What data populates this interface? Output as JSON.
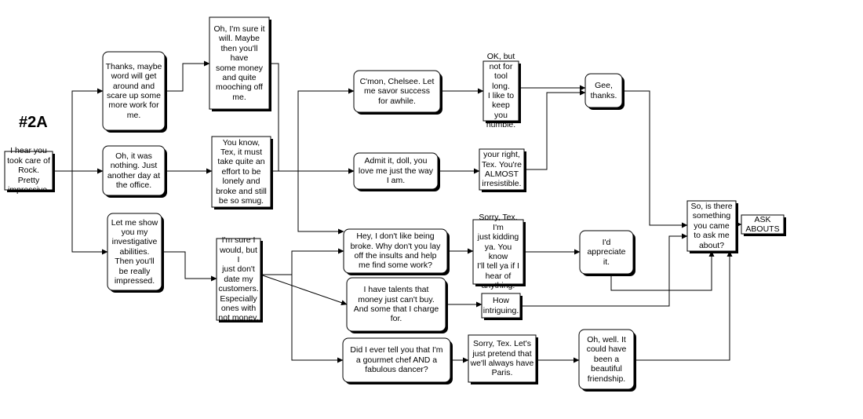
{
  "diagram_label": "#2A",
  "nodes": {
    "n_impressive": {
      "text": "I hear you took care of Rock. Pretty impressive."
    },
    "n_thanks_word": {
      "text": "Thanks, maybe word will get around and scare up some more work for me."
    },
    "n_nothing": {
      "text": "Oh, it was nothing. Just another day at the office."
    },
    "n_investigative": {
      "text": "Let me show you my investigative abilities. Then you'll be really impressed."
    },
    "n_sure_it_will": {
      "text": "Oh, I'm sure it will. Maybe then you'll have some money and quite mooching off me."
    },
    "n_tex_effort": {
      "text": "You know, Tex, it must take quite an effort to be lonely and broke and still be so smug."
    },
    "n_sure_i_would": {
      "text": "I'm sure I would, but I just don't date my customers. Especially ones with not money."
    },
    "n_cmon": {
      "text": "C'mon, Chelsee. Let me savor success for awhile."
    },
    "n_admit": {
      "text": "Admit it, doll, you love me just the way I am."
    },
    "n_ok_not_long": {
      "text": "OK, but not for tool long. I like to keep you humble."
    },
    "n_your_right": {
      "text": "your right, Tex. You're ALMOST irresistible."
    },
    "n_gee": {
      "text": "Gee, thanks."
    },
    "n_broke": {
      "text": "Hey, I don't like being broke. Why don't you lay off the insults and help me find some work?"
    },
    "n_talents": {
      "text": "I have talents that money just can't buy. And some that I charge for."
    },
    "n_gourmet": {
      "text": "Did I ever tell you that I'm a gourmet chef AND a fabulous dancer?"
    },
    "n_kidding": {
      "text": "Sorry, Tex. I'm just kidding ya. You know I'll tell ya if I hear of anything."
    },
    "n_intriguing": {
      "text": "How intriguing."
    },
    "n_paris": {
      "text": "Sorry, Tex. Let's just pretend that we'll always have Paris."
    },
    "n_appreciate": {
      "text": "I'd appreciate it."
    },
    "n_oh_well": {
      "text": "Oh, well. It could have been a beautiful friendship."
    },
    "n_something": {
      "text": "So, is there something you came to ask me about?"
    },
    "n_ask_abouts": {
      "text": "ASK ABOUTS"
    }
  },
  "edges": [
    {
      "from": "n_impressive",
      "to": "n_thanks_word"
    },
    {
      "from": "n_impressive",
      "to": "n_nothing"
    },
    {
      "from": "n_impressive",
      "to": "n_investigative"
    },
    {
      "from": "n_thanks_word",
      "to": "n_sure_it_will"
    },
    {
      "from": "n_nothing",
      "to": "n_tex_effort"
    },
    {
      "from": "n_investigative",
      "to": "n_sure_i_would"
    },
    {
      "from": "n_sure_it_will",
      "to": "n_admit"
    },
    {
      "from": "n_tex_effort",
      "to": "n_cmon"
    },
    {
      "from": "n_tex_effort",
      "to": "n_admit"
    },
    {
      "from": "n_tex_effort",
      "to": "n_broke"
    },
    {
      "from": "n_sure_i_would",
      "to": "n_broke"
    },
    {
      "from": "n_sure_i_would",
      "to": "n_talents"
    },
    {
      "from": "n_sure_i_would",
      "to": "n_gourmet"
    },
    {
      "from": "n_cmon",
      "to": "n_ok_not_long"
    },
    {
      "from": "n_admit",
      "to": "n_your_right"
    },
    {
      "from": "n_ok_not_long",
      "to": "n_gee"
    },
    {
      "from": "n_your_right",
      "to": "n_gee"
    },
    {
      "from": "n_broke",
      "to": "n_kidding"
    },
    {
      "from": "n_talents",
      "to": "n_intriguing"
    },
    {
      "from": "n_gourmet",
      "to": "n_paris"
    },
    {
      "from": "n_kidding",
      "to": "n_appreciate"
    },
    {
      "from": "n_paris",
      "to": "n_oh_well"
    },
    {
      "from": "n_gee",
      "to": "n_something"
    },
    {
      "from": "n_appreciate",
      "to": "n_something"
    },
    {
      "from": "n_intriguing",
      "to": "n_something"
    },
    {
      "from": "n_oh_well",
      "to": "n_something"
    },
    {
      "from": "n_something",
      "to": "n_ask_abouts"
    }
  ]
}
